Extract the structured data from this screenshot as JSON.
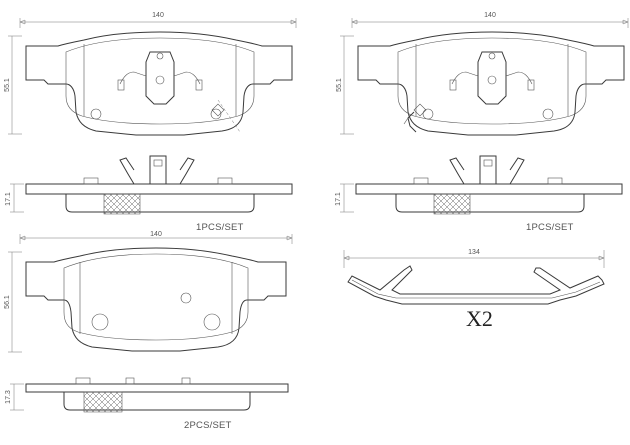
{
  "drawings": {
    "pad_top_left": {
      "width_dim": "140",
      "height_dim": "55.1"
    },
    "pad_top_right": {
      "width_dim": "140",
      "height_dim": "55.1"
    },
    "side_top_left": {
      "thickness_dim": "17.1",
      "qty_label": "1PCS/SET"
    },
    "side_top_right": {
      "thickness_dim": "17.1",
      "qty_label": "1PCS/SET"
    },
    "pad_bottom_left": {
      "width_dim": "140",
      "height_dim": "56.1"
    },
    "side_bottom_left": {
      "thickness_dim": "17.3",
      "qty_label": "2PCS/SET"
    },
    "spring_clip": {
      "length_dim": "134",
      "multiplier": "X2"
    }
  }
}
